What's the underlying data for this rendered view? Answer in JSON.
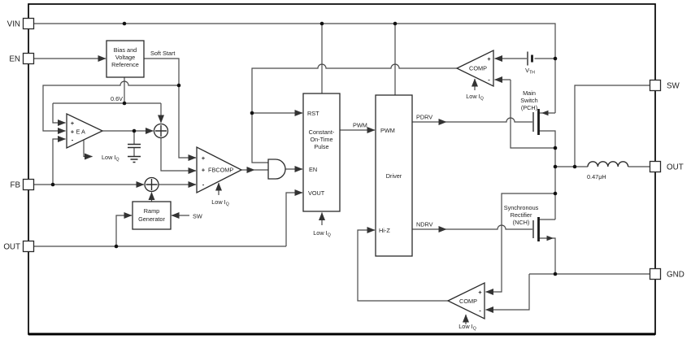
{
  "pins": {
    "vin": "VIN",
    "en": "EN",
    "fb": "FB",
    "out_left": "OUT",
    "sw": "SW",
    "out_right": "OUT",
    "gnd": "GND"
  },
  "nets": {
    "soft_start": "Soft Start",
    "vref": "0.6V",
    "pwm": "PWM",
    "pdrv": "PDRV",
    "ndrv": "NDRV",
    "sw_sense": "SW"
  },
  "low_iq": {
    "main": "Low I",
    "sub": "Q"
  },
  "vth": {
    "main": "V",
    "sub": "TH"
  },
  "inductor": {
    "value": "0.47μH"
  },
  "blocks": {
    "bias": {
      "line1": "Bias and",
      "line2": "Voltage",
      "line3": "Reference"
    },
    "ramp": {
      "line1": "Ramp",
      "line2": "Generator"
    },
    "cot": {
      "port_rst": "RST",
      "line1": "Constant-",
      "line2": "On-Time",
      "line3": "Pulse",
      "port_en": "EN",
      "port_vout": "VOUT"
    },
    "driver": {
      "port_pwm": "PWM",
      "label": "Driver",
      "port_hiz": "Hi-Z"
    }
  },
  "amps": {
    "ea": {
      "plus": "+",
      "label": "E A",
      "minus": "-"
    },
    "fbcomp": {
      "plus": "+",
      "label": "FBCOMP",
      "minus": "-"
    },
    "comp_top": {
      "plus": "+",
      "label": "COMP",
      "minus": "-"
    },
    "comp_bottom": {
      "plus": "+",
      "label": "COMP",
      "minus": "-"
    }
  },
  "mosfets": {
    "main_switch": {
      "line1": "Main",
      "line2": "Switch",
      "line3": "(PCH)"
    },
    "sync_rectifier": {
      "line1": "Synchronous",
      "line2": "Rectifier",
      "line3": "(NCH)"
    }
  },
  "colors": {
    "wire": "#4a4a4a",
    "component": "#2b2b2b",
    "border": "#000000",
    "background": "#ffffff"
  }
}
